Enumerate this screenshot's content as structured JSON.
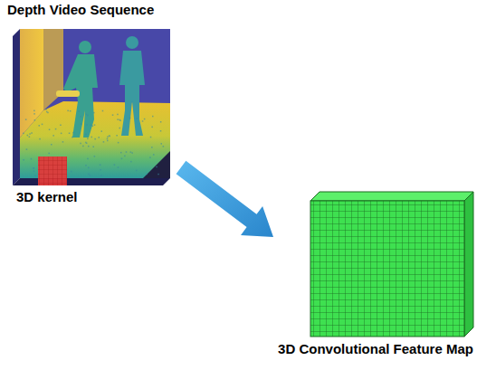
{
  "diagram": {
    "nodes": [
      {
        "text": [
          "Depth Video Sequence"
        ]
      },
      {
        "text": [
          "3D Convolutional Feature Map"
        ]
      }
    ],
    "edges": [
      {
        "from": 0,
        "to": 1,
        "arrow": "to"
      }
    ],
    "labels": [
      "3D kernel"
    ]
  }
}
